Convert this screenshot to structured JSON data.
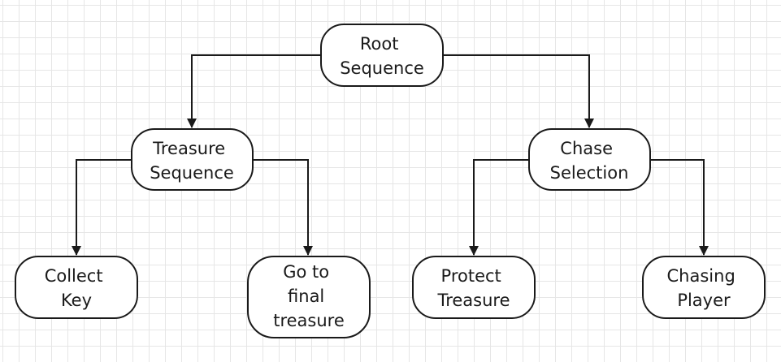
{
  "diagram": {
    "type": "behavior-tree",
    "nodes": [
      {
        "id": "root",
        "lines": [
          "Root",
          "Sequence"
        ]
      },
      {
        "id": "treasure-sequence",
        "lines": [
          "Treasure",
          "Sequence"
        ]
      },
      {
        "id": "chase-selection",
        "lines": [
          "Chase",
          "Selection"
        ]
      },
      {
        "id": "collect-key",
        "lines": [
          "Collect",
          "Key"
        ]
      },
      {
        "id": "go-to-final-treasure",
        "lines": [
          "Go to",
          "final",
          "treasure"
        ]
      },
      {
        "id": "protect-treasure",
        "lines": [
          "Protect",
          "Treasure"
        ]
      },
      {
        "id": "chasing-player",
        "lines": [
          "Chasing",
          "Player"
        ]
      }
    ],
    "edges": [
      {
        "from": "root",
        "to": "treasure-sequence"
      },
      {
        "from": "root",
        "to": "chase-selection"
      },
      {
        "from": "treasure-sequence",
        "to": "collect-key"
      },
      {
        "from": "treasure-sequence",
        "to": "go-to-final-treasure"
      },
      {
        "from": "chase-selection",
        "to": "protect-treasure"
      },
      {
        "from": "chase-selection",
        "to": "chasing-player"
      }
    ],
    "colors": {
      "stroke": "#1a1a1a",
      "node_fill": "#ffffff",
      "grid": "#e6e6e6"
    }
  }
}
